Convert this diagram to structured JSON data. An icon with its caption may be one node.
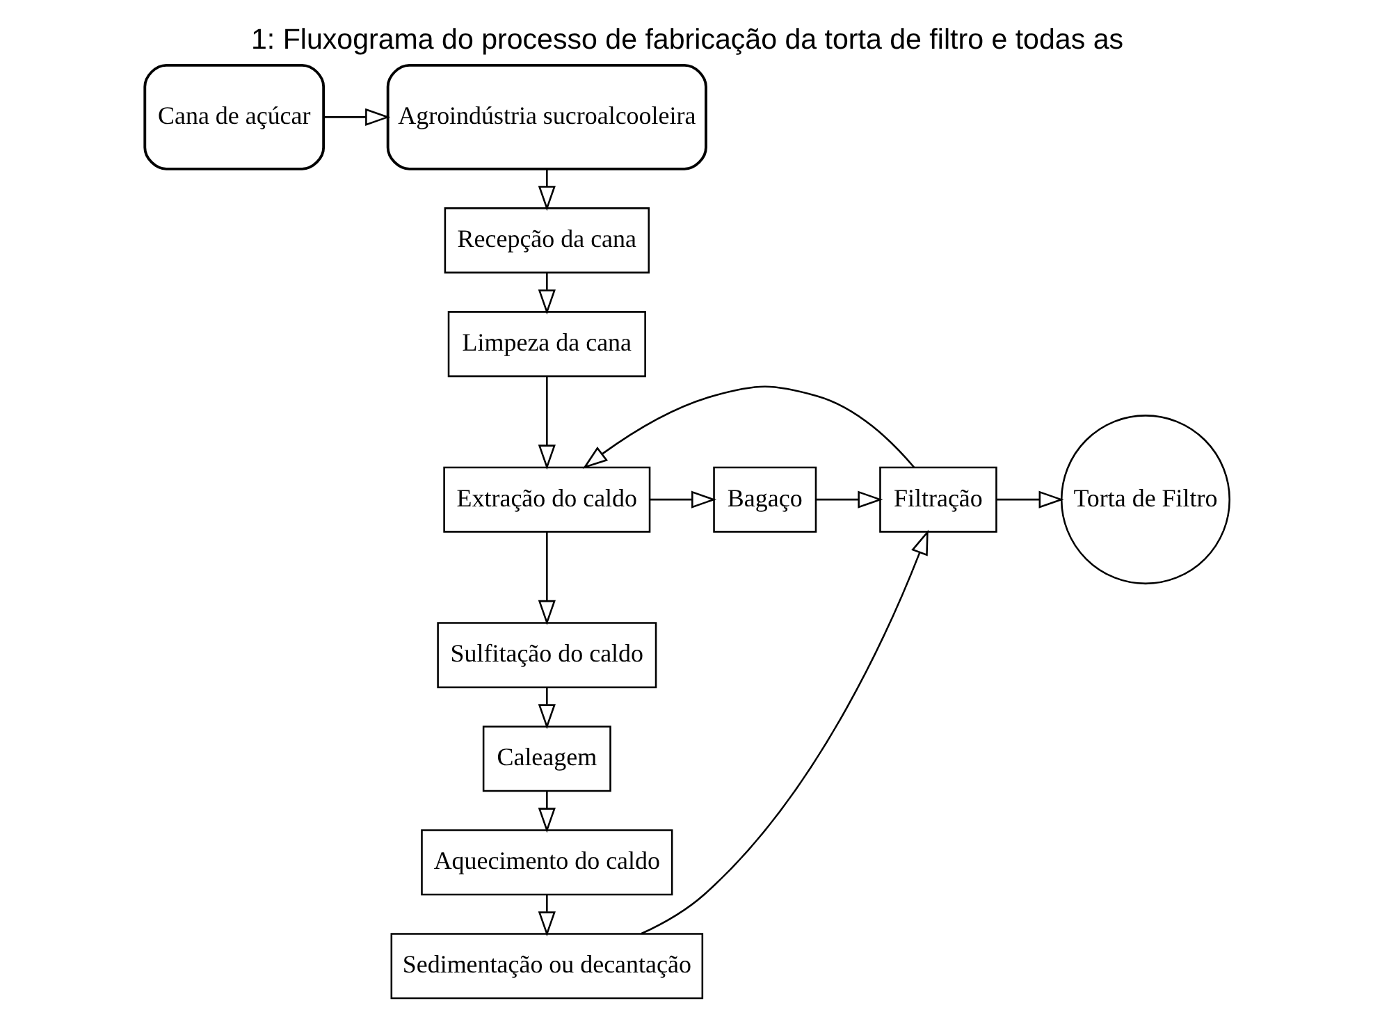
{
  "diagram": {
    "title": "1: Fluxograma do processo de fabricação da torta de filtro e todas as",
    "nodes": [
      {
        "text": [
          "Cana de açúcar"
        ]
      },
      {
        "text": [
          "Agroindústria sucroalcooleira"
        ]
      },
      {
        "text": [
          "Recepção da cana"
        ]
      },
      {
        "text": [
          "Limpeza da cana"
        ]
      },
      {
        "text": [
          "Extração do caldo"
        ]
      },
      {
        "text": [
          "Bagaço"
        ]
      },
      {
        "text": [
          "Filtração"
        ]
      },
      {
        "text": [
          "Torta de Filtro"
        ]
      },
      {
        "text": [
          "Sulfitação do caldo"
        ]
      },
      {
        "text": [
          "Caleagem"
        ]
      },
      {
        "text": [
          "Aquecimento do caldo"
        ]
      },
      {
        "text": [
          "Sedimentação ou decantação"
        ]
      }
    ],
    "edges": [
      {
        "from": 0,
        "to": 1,
        "arrow": "to"
      },
      {
        "from": 1,
        "to": 2,
        "arrow": "to"
      },
      {
        "from": 2,
        "to": 3,
        "arrow": "to"
      },
      {
        "from": 3,
        "to": 4,
        "arrow": "to"
      },
      {
        "from": 4,
        "to": 5,
        "arrow": "to"
      },
      {
        "from": 5,
        "to": 6,
        "arrow": "to"
      },
      {
        "from": 6,
        "to": 7,
        "arrow": "to"
      },
      {
        "from": 6,
        "to": 4,
        "arrow": "to"
      },
      {
        "from": 4,
        "to": 8,
        "arrow": "to"
      },
      {
        "from": 8,
        "to": 9,
        "arrow": "to"
      },
      {
        "from": 9,
        "to": 10,
        "arrow": "to"
      },
      {
        "from": 10,
        "to": 11,
        "arrow": "to"
      },
      {
        "from": 11,
        "to": 6,
        "arrow": "to"
      }
    ]
  }
}
